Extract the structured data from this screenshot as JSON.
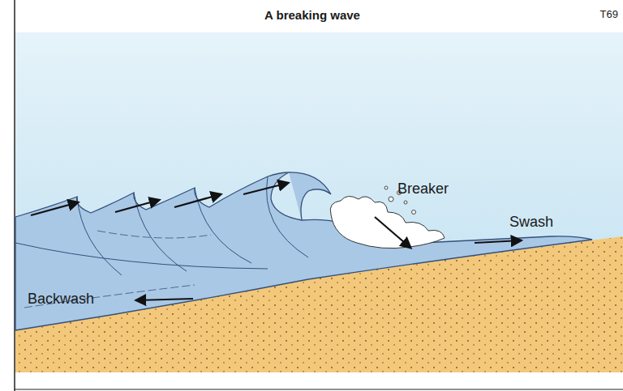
{
  "diagram": {
    "title": "A breaking wave",
    "labels": [
      "T69",
      "Breaker",
      "Swash",
      "Backwash"
    ]
  }
}
